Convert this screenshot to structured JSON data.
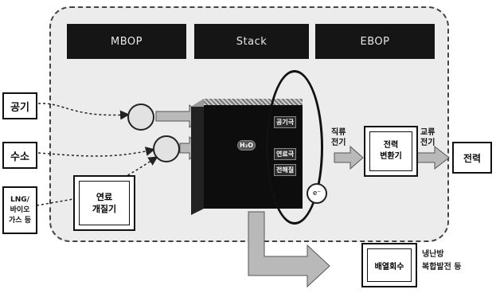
{
  "headers": {
    "mbop": "MBOP",
    "stack": "Stack",
    "ebop": "EBOP"
  },
  "inputs": {
    "air": "공기",
    "hydrogen": "수소",
    "fuel_line1": "LNG/",
    "fuel_line2": "바이오",
    "fuel_line3": "가스 등"
  },
  "reformer": {
    "line1": "연료",
    "line2": "개질기"
  },
  "stack_labels": {
    "cathode": "공기극",
    "anode": "연료극",
    "electrolyte": "전해질",
    "reaction": "H₂O"
  },
  "electron": "e⁻",
  "dc": {
    "line1": "직류",
    "line2": "전기"
  },
  "ac": {
    "line1": "교류",
    "line2": "전기"
  },
  "inverter": {
    "line1": "전력",
    "line2": "변환기"
  },
  "output": "전력",
  "heat": {
    "label": "배열회수",
    "note1": "냉난방",
    "note2": "복합발전 등"
  },
  "colors": {
    "header_bg": "#151515",
    "system_bg": "#ececec",
    "stack": "#0d0d0d",
    "arrow_fill": "#b9b9b9"
  }
}
